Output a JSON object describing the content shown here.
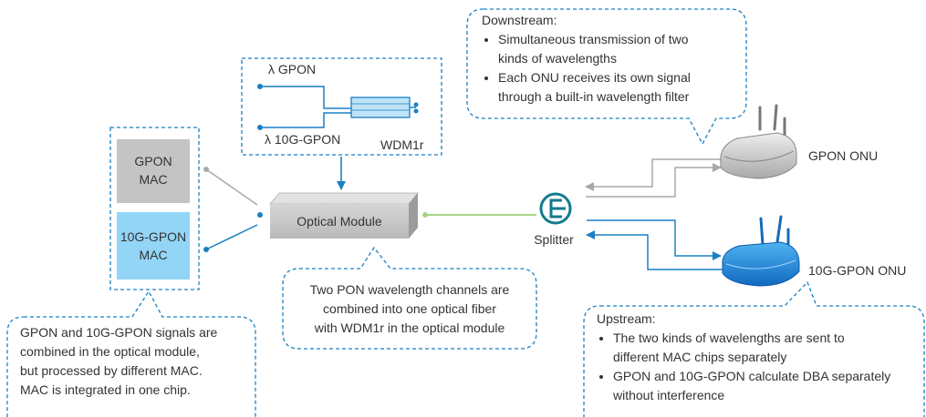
{
  "mac_box": {
    "gpon_mac": [
      "GPON",
      "MAC"
    ],
    "xgpon_mac": [
      "10G-GPON",
      "MAC"
    ]
  },
  "wdm_box": {
    "lambda_gpon": "λ GPON",
    "lambda_10g": "λ 10G-GPON",
    "wdm_label": "WDM1r"
  },
  "optical_module": "Optical Module",
  "splitter": "Splitter",
  "onus": {
    "gpon": "GPON ONU",
    "xgpon": "10G-GPON ONU"
  },
  "callouts": {
    "downstream": {
      "title": "Downstream:",
      "items": [
        [
          "Simultaneous transmission of two",
          "kinds of wavelengths"
        ],
        [
          "Each ONU receives its own signal",
          "through a built-in wavelength filter"
        ]
      ]
    },
    "upstream": {
      "title": "Upstream:",
      "items": [
        [
          "The two kinds of wavelengths are sent to",
          "different MAC chips separately"
        ],
        [
          "GPON and 10G-GPON calculate DBA separately",
          "without interference"
        ]
      ]
    },
    "left": [
      "GPON and 10G-GPON signals are",
      "combined in the optical module,",
      "but processed by different MAC.",
      "MAC is integrated in one chip."
    ],
    "middle": [
      "Two PON wavelength channels are",
      "combined into one optical fiber",
      "with WDM1r in the optical module"
    ]
  },
  "colors": {
    "blue": "#1a80c4",
    "gray_mac": "#c4c4c4",
    "light_blue_mac": "#93d5f7",
    "module_gray": "#c8c8c8",
    "splitter": "#127a8f",
    "green_fiber": "#a8d487",
    "gray_line": "#a8a8a8"
  }
}
